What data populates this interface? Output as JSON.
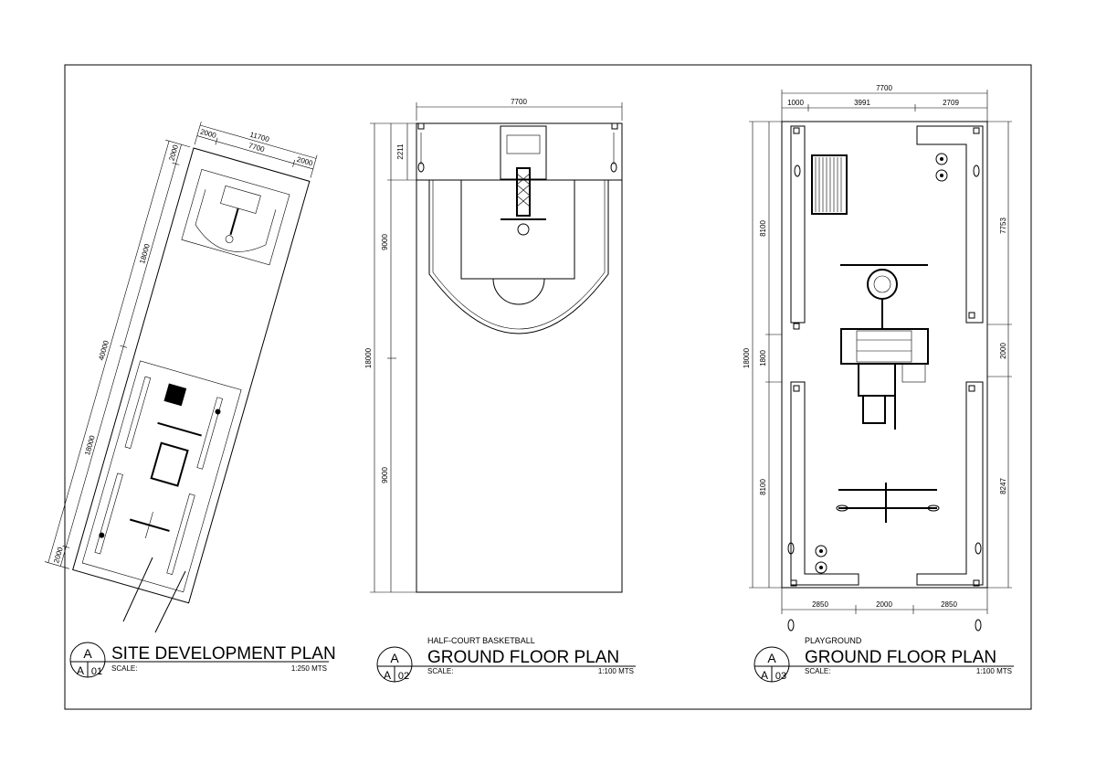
{
  "plans": [
    {
      "circle_top": "A",
      "circle_bottom": "A",
      "number": "01",
      "title": "SITE DEVELOPMENT PLAN",
      "subtitle": "",
      "scale_label": "SCALE:",
      "scale_value": "1:250 MTS"
    },
    {
      "circle_top": "A",
      "circle_bottom": "A",
      "number": "02",
      "title": "GROUND FLOOR PLAN",
      "subtitle": "HALF-COURT BASKETBALL",
      "scale_label": "SCALE:",
      "scale_value": "1:100 MTS"
    },
    {
      "circle_top": "A",
      "circle_bottom": "A",
      "number": "03",
      "title": "GROUND FLOOR PLAN",
      "subtitle": "PLAYGROUND",
      "scale_label": "SCALE:",
      "scale_value": "1:100 MTS"
    }
  ],
  "site_dims": {
    "total_width": "11700",
    "left_margin": "2000",
    "middle": "7700",
    "right_margin": "2000",
    "top_margin": "2000",
    "court_length": "18000",
    "total_length": "40000",
    "playground_length": "18000",
    "bottom_margin": "2000"
  },
  "court_dims": {
    "width": "7700",
    "top_strip": "2211",
    "key_length": "9000",
    "total_length": "18000",
    "lower_length": "9000"
  },
  "playground_dims": {
    "width": "7700",
    "top_left": "1000",
    "top_middle": "3991",
    "top_right": "2709",
    "left_upper": "8100",
    "left_total": "18000",
    "left_middle": "1800",
    "left_lower": "8100",
    "right_upper": "7753",
    "right_middle": "2000",
    "right_lower": "8247",
    "bottom_left": "2850",
    "bottom_middle": "2000",
    "bottom_right": "2850"
  }
}
